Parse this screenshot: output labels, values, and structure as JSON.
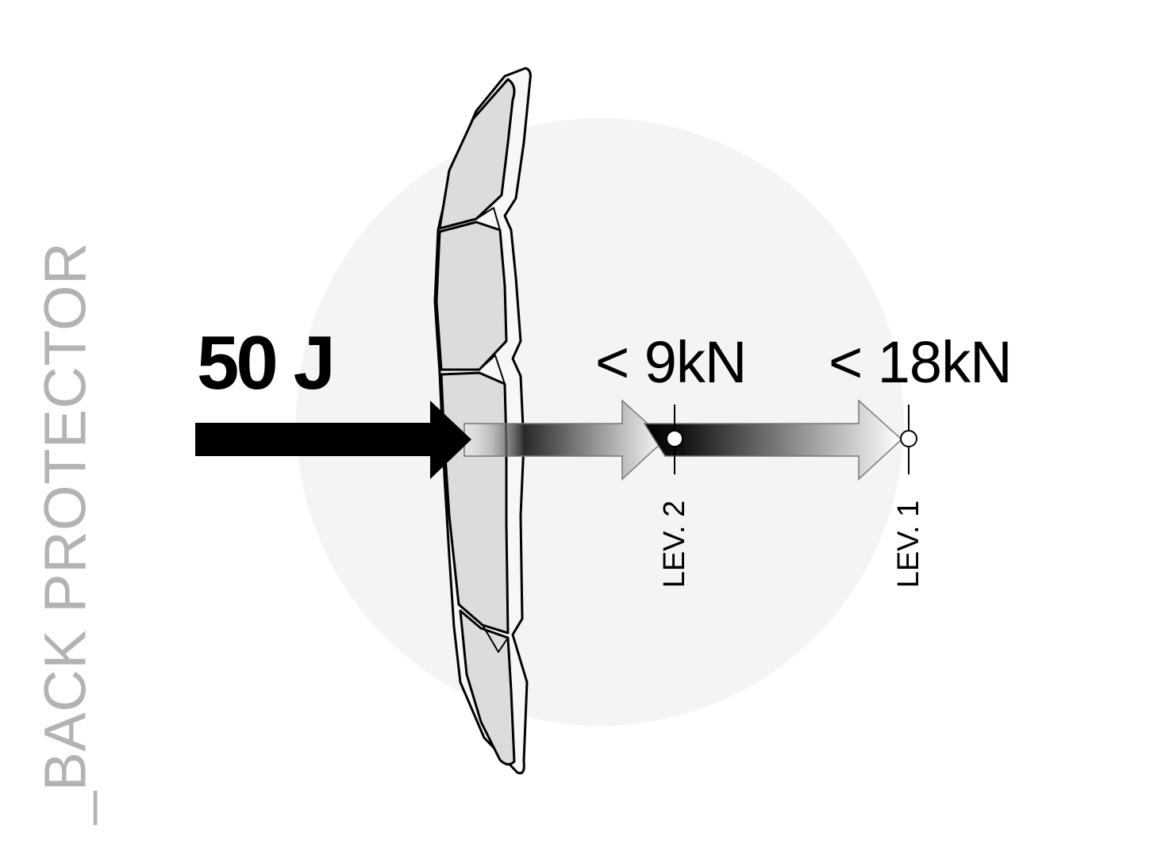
{
  "title": "_BACK PROTECTOR",
  "impact": {
    "energy_label": "50 J"
  },
  "thresholds": [
    {
      "force_label": "< 9kN",
      "level_label": "LEV. 2"
    },
    {
      "force_label": "< 18kN",
      "level_label": "LEV. 1"
    }
  ],
  "colors": {
    "title": "#b3b3b3",
    "background_circle": "#f4f4f4",
    "protector_fill": "#dcdcdc",
    "outline": "#000000",
    "impact_arrow": "#000000"
  }
}
